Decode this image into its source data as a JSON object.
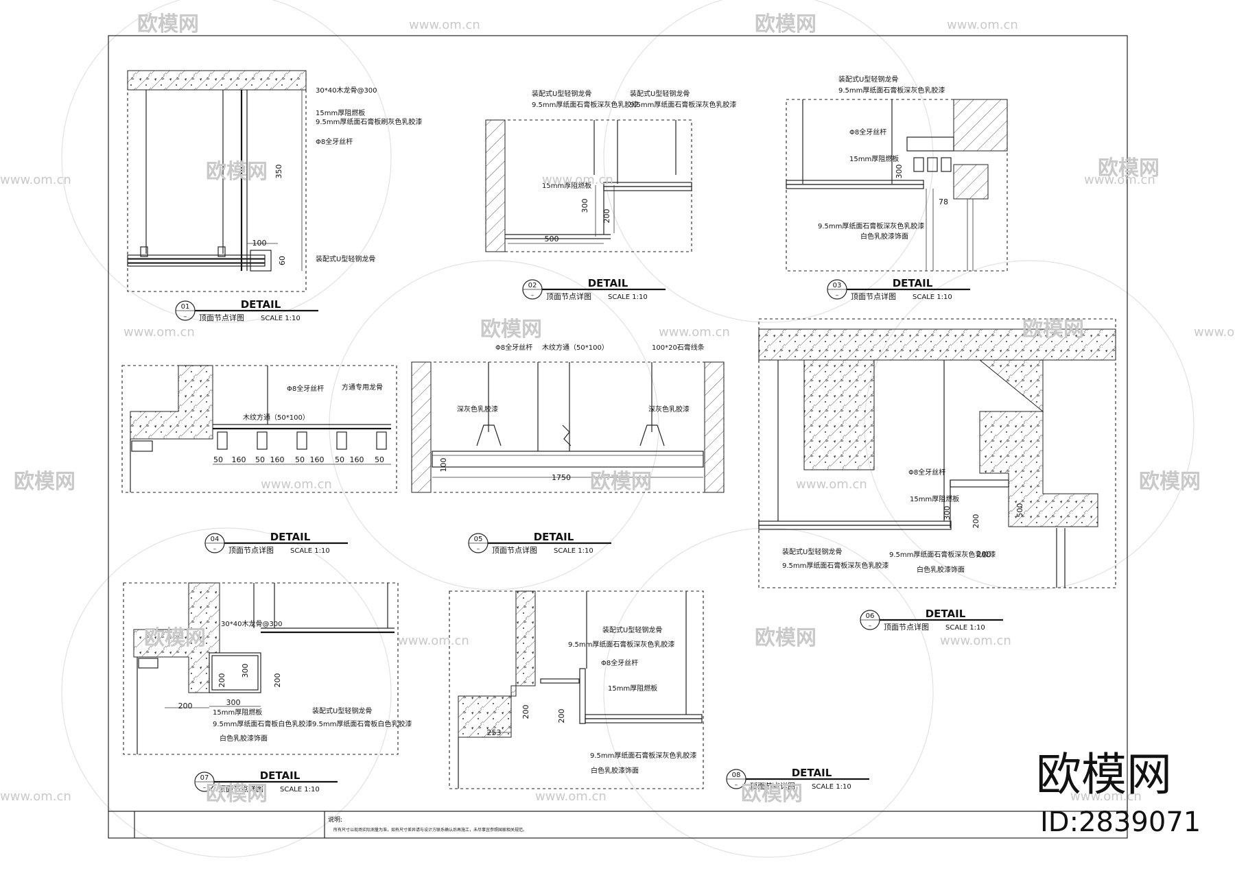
{
  "details": [
    {
      "num": "01",
      "title": "DETAIL",
      "subtitle": "顶面节点详图",
      "scale": "SCALE 1:10",
      "labels": [
        "30*40木龙骨@300",
        "15mm厚阻燃板",
        "9.5mm厚纸面石膏板刷灰色乳胶漆",
        "Φ8全牙丝杆",
        "装配式U型轻钢龙骨"
      ],
      "dims": [
        "350",
        "100",
        "60"
      ]
    },
    {
      "num": "02",
      "title": "DETAIL",
      "subtitle": "顶面节点详图",
      "scale": "SCALE 1:10",
      "labels": [
        "装配式U型轻钢龙骨",
        "9.5mm厚纸面石膏板深灰色乳胶漆",
        "装配式U型轻钢龙骨",
        "9.5mm厚纸面石膏板深灰色乳胶漆",
        "15mm厚阻燃板"
      ],
      "dims": [
        "300",
        "200",
        "500"
      ]
    },
    {
      "num": "03",
      "title": "DETAIL",
      "subtitle": "顶面节点详图",
      "scale": "SCALE 1:10",
      "labels": [
        "装配式U型轻钢龙骨",
        "9.5mm厚纸面石膏板深灰色乳胶漆",
        "Φ8全牙丝杆",
        "15mm厚阻燃板",
        "9.5mm厚纸面石膏板深灰色乳胶漆",
        "白色乳胶漆饰面"
      ],
      "dims": [
        "300",
        "78"
      ]
    },
    {
      "num": "04",
      "title": "DETAIL",
      "subtitle": "顶面节点详图",
      "scale": "SCALE 1:10",
      "labels": [
        "Φ8全牙丝杆",
        "方通专用龙骨",
        "木纹方通（50*100）"
      ],
      "dims": [
        "50",
        "160",
        "50",
        "160",
        "50",
        "160",
        "50",
        "160",
        "50"
      ]
    },
    {
      "num": "05",
      "title": "DETAIL",
      "subtitle": "顶面节点详图",
      "scale": "SCALE 1:10",
      "labels": [
        "Φ8全牙丝杆",
        "木纹方通（50*100）",
        "100*20石膏线条",
        "深灰色乳胶漆",
        "深灰色乳胶漆"
      ],
      "dims": [
        "100",
        "1750"
      ]
    },
    {
      "num": "06",
      "title": "DETAIL",
      "subtitle": "顶面节点详图",
      "scale": "SCALE 1:10",
      "labels": [
        "Φ8全牙丝杆",
        "15mm厚阻燃板",
        "装配式U型轻钢龙骨",
        "9.5mm厚纸面石膏板深灰色乳胶漆",
        "9.5mm厚纸面石膏板深灰色乳胶漆",
        "白色乳胶漆饰面"
      ],
      "dims": [
        "300",
        "200",
        "500",
        "200"
      ]
    },
    {
      "num": "07",
      "title": "DETAIL",
      "subtitle": "顶面节点详图",
      "scale": "SCALE 1:10",
      "labels": [
        "30*40木龙骨@300",
        "15mm厚阻燃板",
        "9.5mm厚纸面石膏板白色乳胶漆",
        "白色乳胶漆饰面",
        "装配式U型轻钢龙骨",
        "9.5mm厚纸面石膏板白色乳胶漆"
      ],
      "dims": [
        "200",
        "300",
        "200",
        "300",
        "200"
      ]
    },
    {
      "num": "08",
      "title": "DETAIL",
      "subtitle": "顶面节点详图",
      "scale": "SCALE 1:10",
      "labels": [
        "装配式U型轻钢龙骨",
        "9.5mm厚纸面石膏板深灰色乳胶漆",
        "Φ8全牙丝杆",
        "15mm厚阻燃板",
        "9.5mm厚纸面石膏板深灰色乳胶漆",
        "白色乳胶漆饰面"
      ],
      "dims": [
        "200",
        "200",
        "253"
      ]
    }
  ],
  "footer": {
    "notes_label": "说明:",
    "notes_text": "所有尺寸以现场实际测量为准，如有尺寸差异请与设计方联系确认后再施工，未尽事宜参照国家相关规范。"
  },
  "watermark": {
    "brand": "欧模网",
    "url": "www.om.cn",
    "big_brand": "欧模网",
    "id_text": "ID:2839071"
  }
}
